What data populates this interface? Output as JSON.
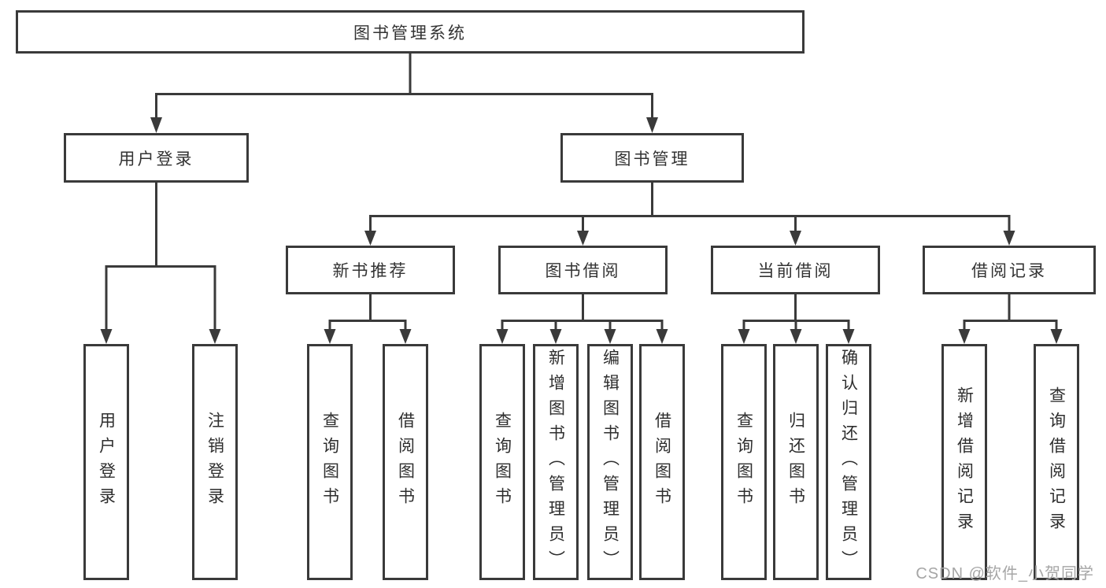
{
  "diagram": {
    "nodes": {
      "root": "图书管理系统",
      "user_login": "用户登录",
      "book_mgmt": "图书管理",
      "new_book": "新书推荐",
      "book_borrow": "图书借阅",
      "current_borrow": "当前借阅",
      "borrow_records": "借阅记录",
      "leaf_user_login": "用户登录",
      "leaf_logout": "注销登录",
      "leaf_nb_query": "查询图书",
      "leaf_nb_borrow": "借阅图书",
      "leaf_bb_query": "查询图书",
      "leaf_bb_add": "新增图书（管理员）",
      "leaf_bb_edit": "编辑图书（管理员）",
      "leaf_bb_borrow": "借阅图书",
      "leaf_cb_query": "查询图书",
      "leaf_cb_return": "归还图书",
      "leaf_cb_confirm": "确认归还（管理员）",
      "leaf_br_add": "新增借阅记录",
      "leaf_br_query": "查询借阅记录"
    },
    "watermark": "CSDN @软件_小贺同学",
    "colors": {
      "line": "#3a3a3a",
      "box_border": "#3a3a3a",
      "box_fill": "#ffffff",
      "text": "#2e2e2e",
      "watermark": "#a6a6a6"
    }
  }
}
